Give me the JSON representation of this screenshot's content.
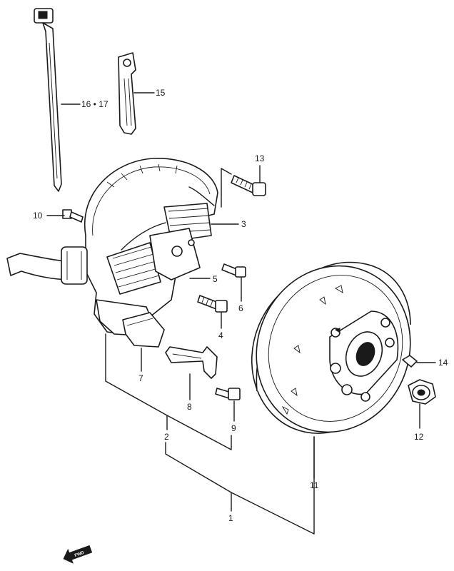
{
  "labels": {
    "l1": "1",
    "l2": "2",
    "l3": "3",
    "l4": "4",
    "l5": "5",
    "l6": "6",
    "l7": "7",
    "l8": "8",
    "l9": "9",
    "l10": "10",
    "l11": "11",
    "l12": "12",
    "l13": "13",
    "l14": "14",
    "l15": "15",
    "l16_17": "16 • 17"
  },
  "direction_badge": "FWD",
  "colors": {
    "ink": "#1a1a1a",
    "paper": "#ffffff"
  }
}
